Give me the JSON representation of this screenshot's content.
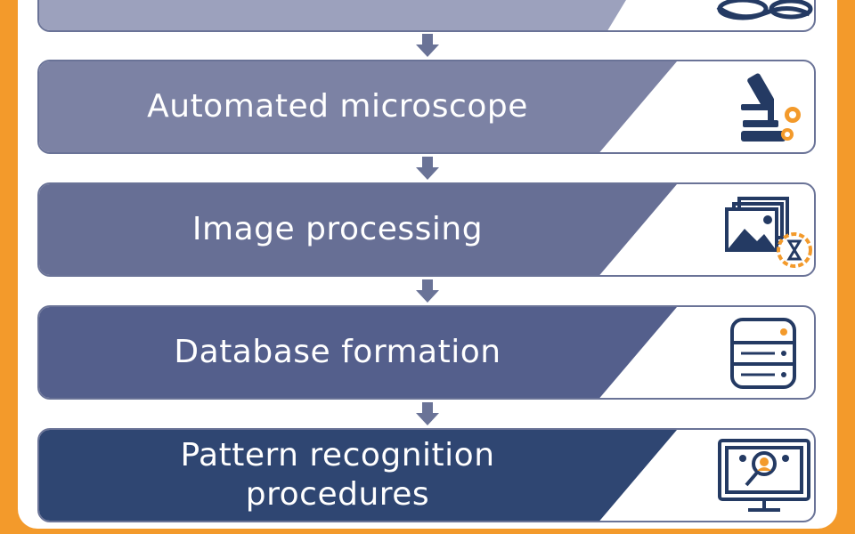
{
  "steps": [
    {
      "label": "",
      "fill": "#9ca1bd",
      "icon": "slide-icon"
    },
    {
      "label": "Automated microscope",
      "fill": "#7c82a4",
      "icon": "microscope-gear-icon"
    },
    {
      "label": "Image processing",
      "fill": "#676f95",
      "icon": "image-hourglass-icon"
    },
    {
      "label": "Database formation",
      "fill": "#545f8c",
      "icon": "database-icon"
    },
    {
      "label": "Pattern recognition\nprocedures",
      "fill": "#2f4672",
      "icon": "monitor-search-user-icon"
    }
  ],
  "colors": {
    "frame": "#f39a2b",
    "icon_navy": "#243a63",
    "icon_orange": "#f39a2b",
    "connector": "#6a7397"
  }
}
